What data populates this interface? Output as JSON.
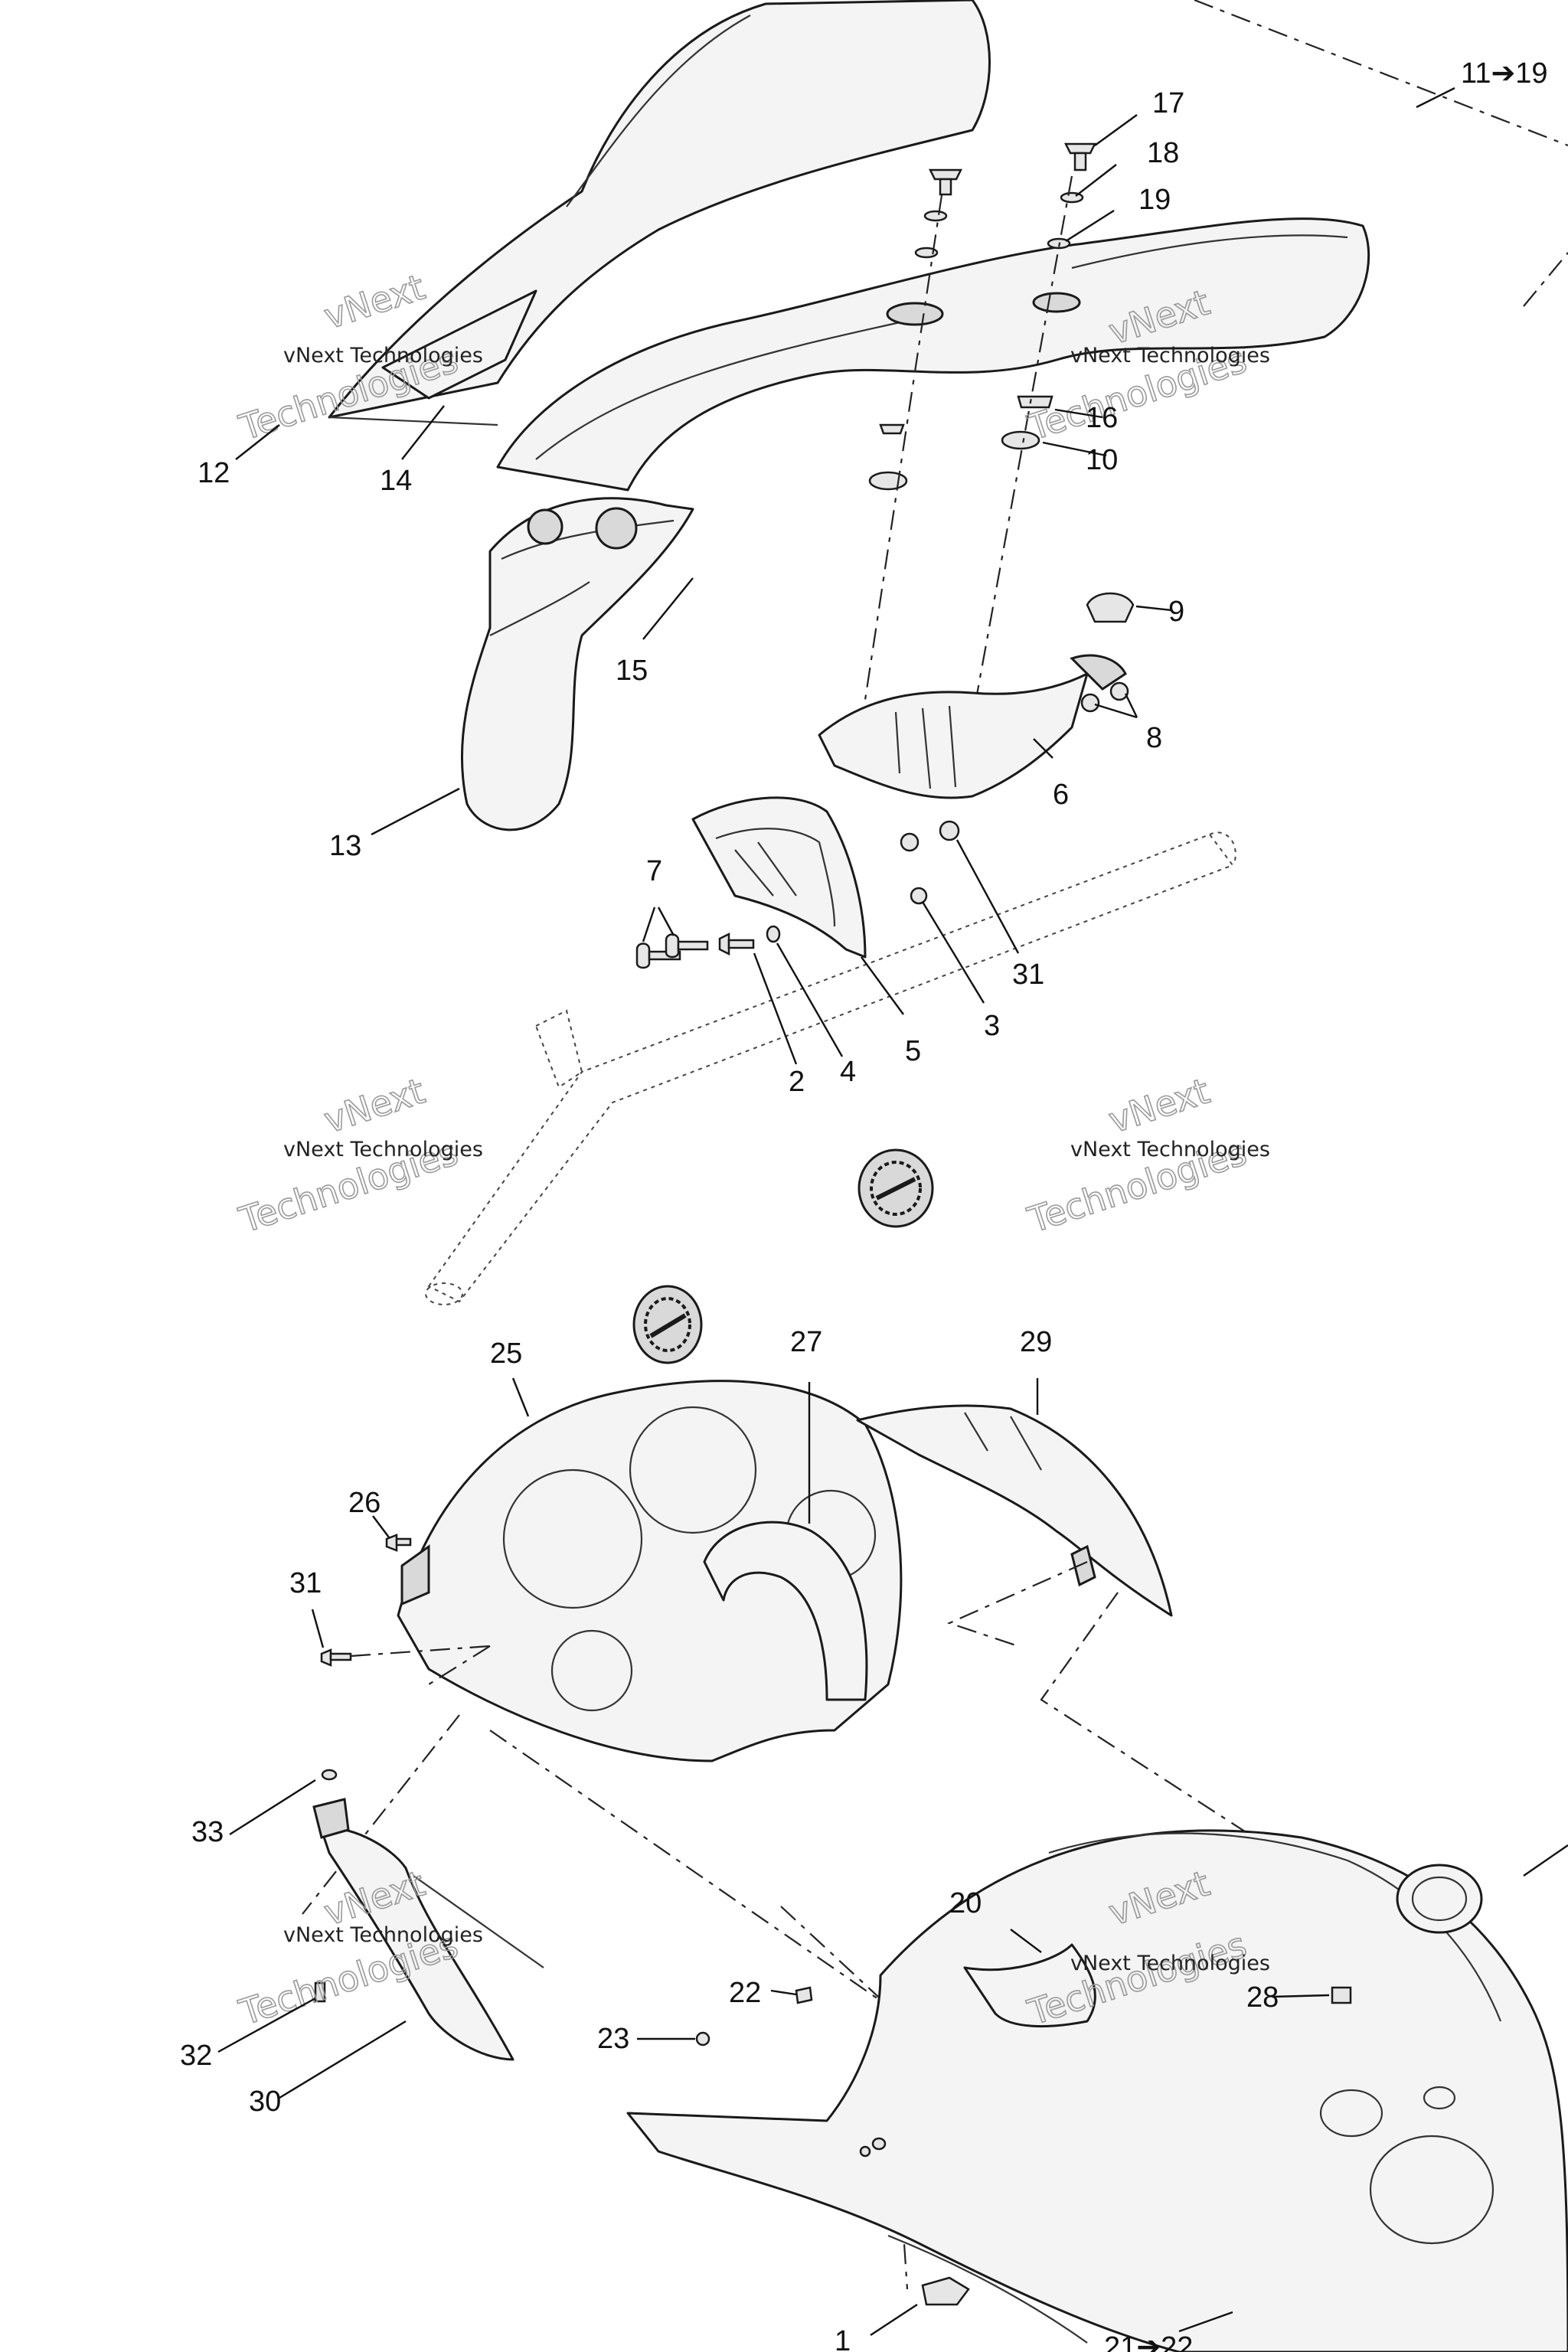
{
  "callouts": {
    "c11_19": "11➔19",
    "c17": "17",
    "c18": "18",
    "c19": "19",
    "c16": "16",
    "c10": "10",
    "c12": "12",
    "c14": "14",
    "c15": "15",
    "c13": "13",
    "c9": "9",
    "c8": "8",
    "c6": "6",
    "c7": "7",
    "c31a": "31",
    "c3": "3",
    "c2": "2",
    "c4": "4",
    "c5": "5",
    "c25": "25",
    "c27": "27",
    "c29": "29",
    "c26": "26",
    "c31b": "31",
    "c33": "33",
    "c20": "20",
    "c22": "22",
    "c23": "23",
    "c28": "28",
    "c32": "32",
    "c30": "30",
    "c1": "1",
    "c21_22": "21➔22"
  },
  "watermark": {
    "line_small": "vNext Technologies",
    "line_big_1": "vNext",
    "line_big_2": "Technologies"
  }
}
